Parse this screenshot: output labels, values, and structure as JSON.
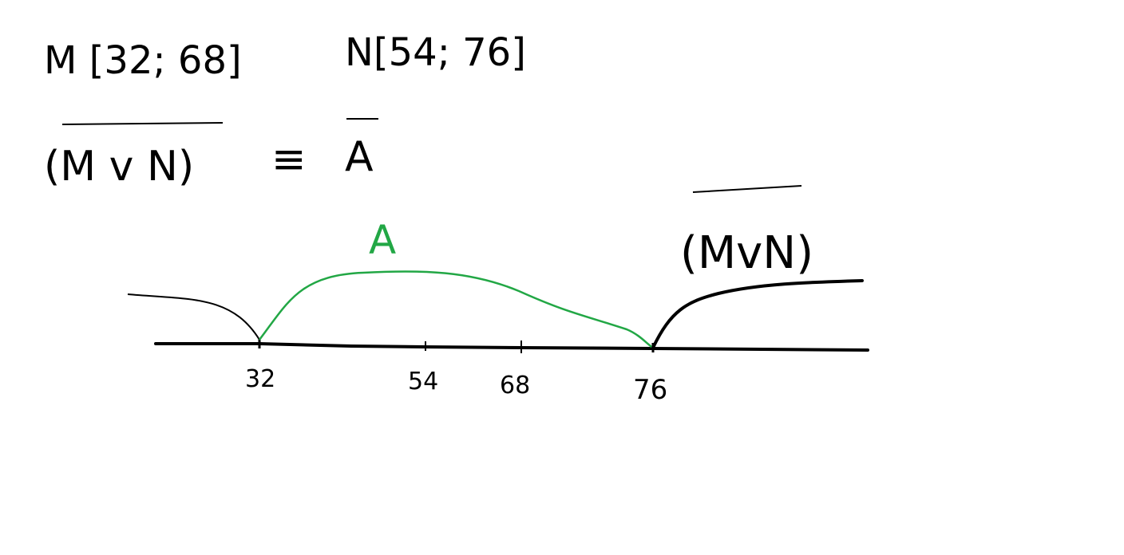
{
  "definitions": {
    "m_set": "M [32; 68]",
    "n_set": "N[54; 76]",
    "equation_left": "(M v N)",
    "equation_operator": "≡",
    "equation_right": "A"
  },
  "number_line": {
    "ticks": [
      "32",
      "54",
      "68",
      "76"
    ]
  },
  "regions": {
    "green_label": "A",
    "black_label": "(MvN)"
  },
  "colors": {
    "ink": "#000000",
    "green": "#22a745",
    "background": "#ffffff"
  }
}
